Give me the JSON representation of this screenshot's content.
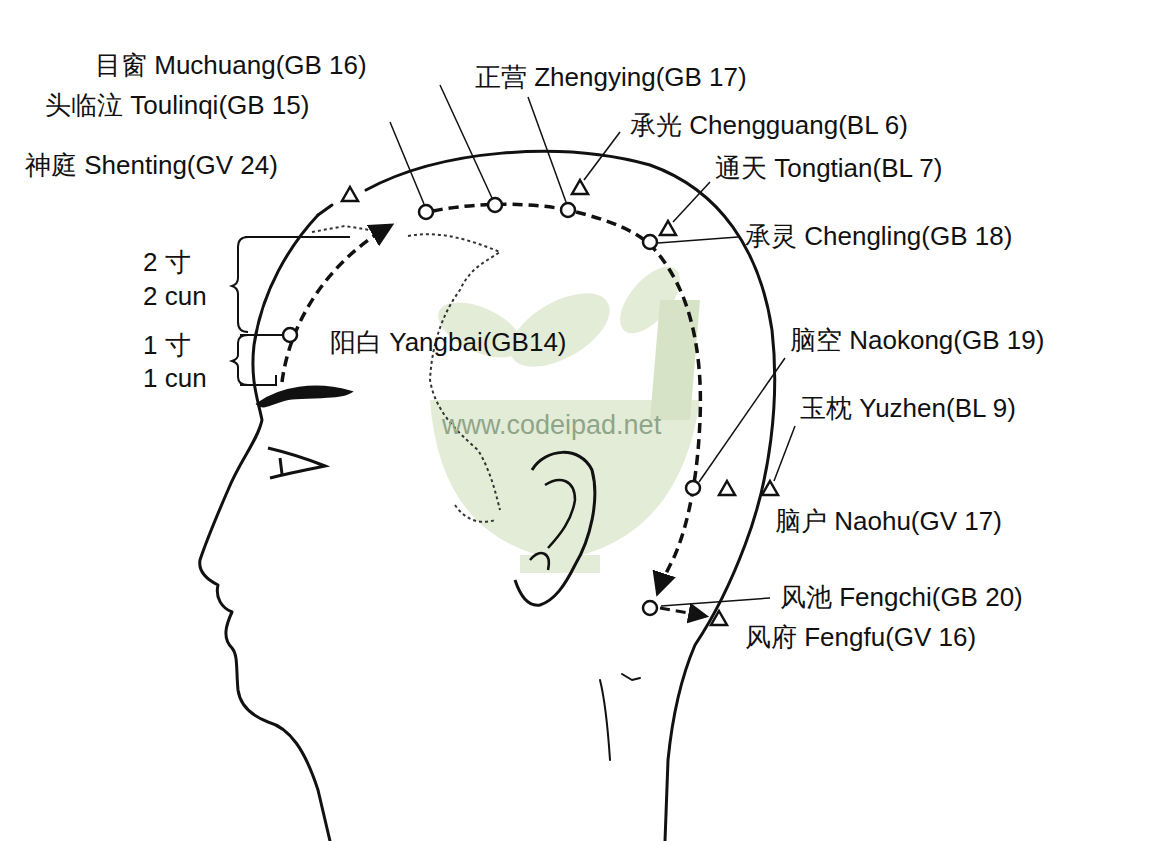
{
  "diagram": {
    "labels": [
      "目窗 Muchuang(GB 16)",
      "正营 Zhengying(GB 17)",
      "头临泣 Toulinqi(GB 15)",
      "承光 Chengguang(BL 6)",
      "神庭 Shenting(GV 24)",
      "通天 Tongtian(BL 7)",
      "承灵 Chengling(GB 18)",
      "2 寸",
      "2 cun",
      "1 寸",
      "1 cun",
      "阳白 Yangbai(GB14)",
      "脑空 Naokong(GB 19)",
      "玉枕 Yuzhen(BL 9)",
      "www.codeipad.net",
      "脑户 Naohu(GV 17)",
      "风池 Fengchi(GB 20)",
      "风府 Fengfu(GV 16)"
    ]
  }
}
